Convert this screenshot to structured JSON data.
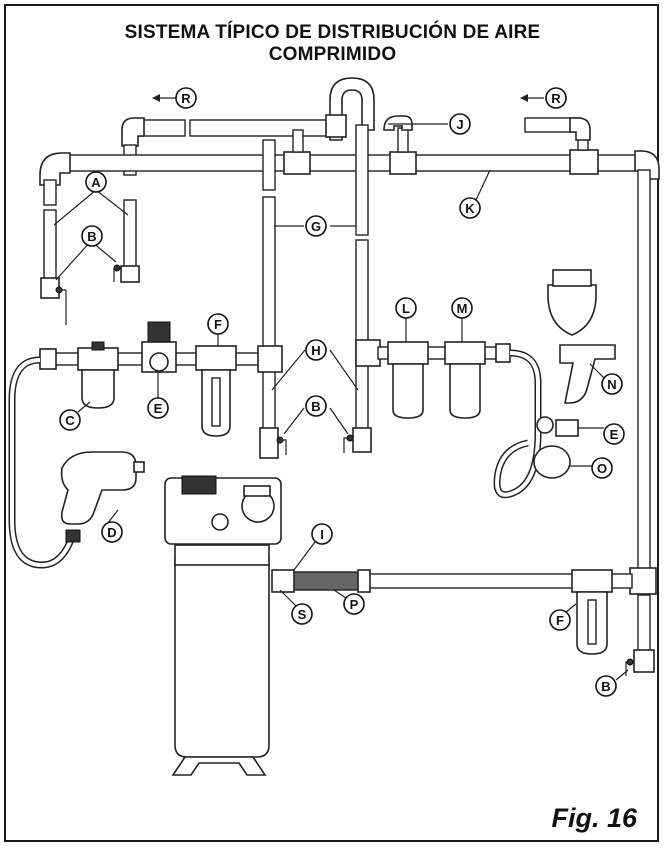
{
  "title_line1": "SISTEMA TÍPICO DE DISTRIBUCIÓN DE AIRE",
  "title_line2": "COMPRIMIDO",
  "figure_label": "Fig. 16",
  "labels": {
    "R1": "R",
    "R2": "R",
    "J": "J",
    "K": "K",
    "A": "A",
    "B1": "B",
    "B2": "B",
    "B3": "B",
    "G": "G",
    "H": "H",
    "F1": "F",
    "F2": "F",
    "L": "L",
    "M": "M",
    "C": "C",
    "E1": "E",
    "E2": "E",
    "N": "N",
    "O": "O",
    "D": "D",
    "I": "I",
    "S": "S",
    "P": "P"
  }
}
